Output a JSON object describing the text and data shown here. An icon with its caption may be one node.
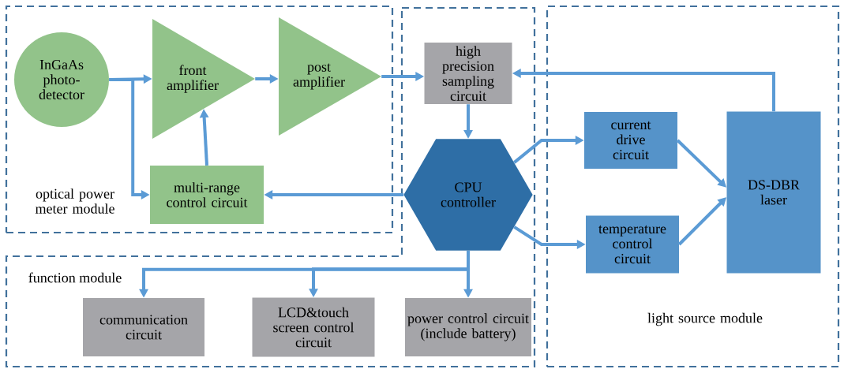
{
  "diagram": {
    "nodes": [
      {
        "text": [
          "optical power meter module"
        ]
      },
      {
        "text": [
          "InGaAs photo-detector"
        ],
        "in": 0
      },
      {
        "text": [
          "front amplifier"
        ],
        "in": 0
      },
      {
        "text": [
          "post amplifier"
        ],
        "in": 0
      },
      {
        "text": [
          "multi-range control circuit"
        ],
        "in": 0
      },
      {
        "text": [
          "function module"
        ]
      },
      {
        "text": [
          "high precision sampling circuit"
        ],
        "in": 5
      },
      {
        "text": [
          "CPU controller"
        ],
        "in": 5
      },
      {
        "text": [
          "communication circuit"
        ],
        "in": 5
      },
      {
        "text": [
          "LCD&touch screen control circuit"
        ],
        "in": 5
      },
      {
        "text": [
          "power control circuit (include battery)"
        ],
        "in": 5
      },
      {
        "text": [
          "light source module"
        ]
      },
      {
        "text": [
          "current drive circuit"
        ],
        "in": 11
      },
      {
        "text": [
          "temperature control circuit"
        ],
        "in": 11
      },
      {
        "text": [
          "DS-DBR laser"
        ],
        "in": 11
      }
    ],
    "edges": [
      {
        "from": 1,
        "to": 2,
        "arrow": "to"
      },
      {
        "from": 1,
        "to": 4,
        "arrow": "to"
      },
      {
        "from": 4,
        "to": 2,
        "arrow": "to"
      },
      {
        "from": 2,
        "to": 3,
        "arrow": "to"
      },
      {
        "from": 3,
        "to": 6,
        "arrow": "to"
      },
      {
        "from": 14,
        "to": 6,
        "arrow": "to"
      },
      {
        "from": 6,
        "to": 7,
        "arrow": "to"
      },
      {
        "from": 7,
        "to": 4,
        "arrow": "to"
      },
      {
        "from": 7,
        "to": 12,
        "arrow": "to"
      },
      {
        "from": 7,
        "to": 13,
        "arrow": "to"
      },
      {
        "from": 12,
        "to": 14,
        "arrow": "to"
      },
      {
        "from": 13,
        "to": 14,
        "arrow": "to"
      },
      {
        "from": 7,
        "to": 8,
        "arrow": "to"
      },
      {
        "from": 7,
        "to": 9,
        "arrow": "to"
      },
      {
        "from": 7,
        "to": 10,
        "arrow": "to"
      }
    ]
  }
}
